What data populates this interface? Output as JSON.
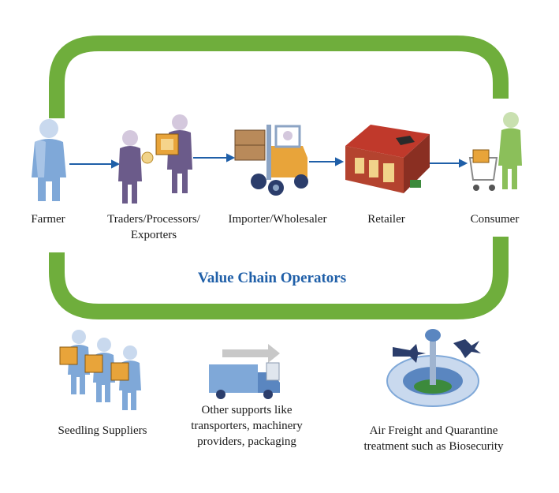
{
  "title": "Value Chain Operators",
  "chain": [
    {
      "label": "Farmer",
      "icon": "farmer-person-icon"
    },
    {
      "label": "Traders/Processors/\nExporters",
      "icon": "trader-with-crate-icon"
    },
    {
      "label": "Importer/Wholesaler",
      "icon": "forklift-icon"
    },
    {
      "label": "Retailer",
      "icon": "store-icon"
    },
    {
      "label": "Consumer",
      "icon": "shopper-with-cart-icon"
    }
  ],
  "supports": [
    {
      "label": "Seedling Suppliers",
      "icon": "suppliers-group-icon"
    },
    {
      "label": "Other supports like\ntransporters, machinery\nproviders, packaging",
      "icon": "delivery-truck-icon"
    },
    {
      "label": "Air Freight and Quarantine\ntreatment such as Biosecurity",
      "icon": "airport-tower-icon"
    }
  ],
  "colors": {
    "loop": "#6fae3c",
    "arrow": "#1f5fa8",
    "title": "#1f5fa8",
    "person_blue": "#7fa8d8",
    "crate_orange": "#e8a43a"
  }
}
